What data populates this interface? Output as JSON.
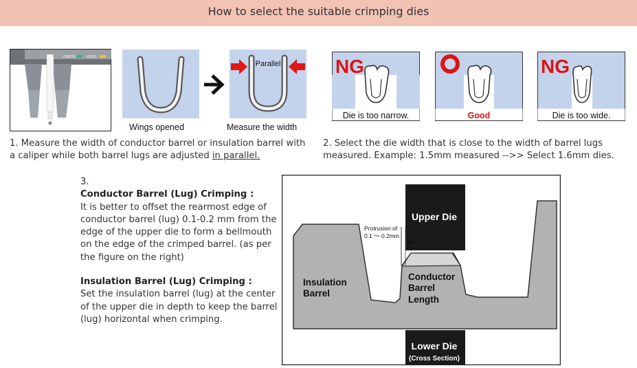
{
  "header": {
    "title": "How to select the suitable crimping dies"
  },
  "caliper": {
    "display_labels": [
      "ON/OFF",
      "ZERO"
    ]
  },
  "step1": {
    "panel_wings_caption": "Wings opened",
    "panel_parallel_label": "Parallel",
    "panel_measure_caption": "Measure the width",
    "line1": "1. Measure the width of conductor barrel or insulation barrel with",
    "line2_prefix": "a caliper while both barrel lugs are adjusted ",
    "line2_underlined": "in parallel."
  },
  "step2": {
    "panels": [
      {
        "mark": "NG",
        "caption": "Die is too narrow."
      },
      {
        "mark": "O",
        "caption": "Good"
      },
      {
        "mark": "NG",
        "caption": "Die is too wide."
      }
    ],
    "line1": "2. Select the die width that is close to the width of barrel lugs",
    "line2": "measured.    Example: 1.5mm measured -->> Select 1.6mm dies."
  },
  "step3": {
    "number": "3.",
    "conductor_heading": "Conductor Barrel (Lug) Crimping :",
    "conductor_lines": [
      "It is better to offset the rearmost edge of",
      "conductor barrel (lug) 0.1-0.2 mm from the",
      "edge of the upper die to form a bellmouth",
      "on the edge of the crimped barrel. (as per",
      "the figure on the right)"
    ],
    "insulation_heading": "Insulation Barrel (Lug) Crimping :",
    "insulation_lines": [
      "Set the insulation barrel (lug) at the center",
      "of the upper die in depth to keep the barrel",
      "(lug) horizontal when crimping."
    ]
  },
  "diagram": {
    "upper_die": "Upper Die",
    "lower_die": "Lower Die",
    "lower_die_sub": "(Cross Section)",
    "insulation_l1": "Insulation",
    "insulation_l2": "Barrel",
    "conductor_l1": "Conductor",
    "conductor_l2": "Barrel",
    "conductor_l3": "Length",
    "protrusion_l1": "Protrusion of",
    "protrusion_l2": "0.1 ～ 0.2mm"
  },
  "colors": {
    "header_bg": "#f2c3b5",
    "panel_bg": "#c4d3ec",
    "ng_red": "#dc1414",
    "die_black": "#1a1a1a",
    "barrel_gray": "#b2b2b2"
  },
  "icons": [
    "caliper-photo",
    "u-shape-icon",
    "arrow-right-icon",
    "arrow-pointing-inward-icon"
  ]
}
